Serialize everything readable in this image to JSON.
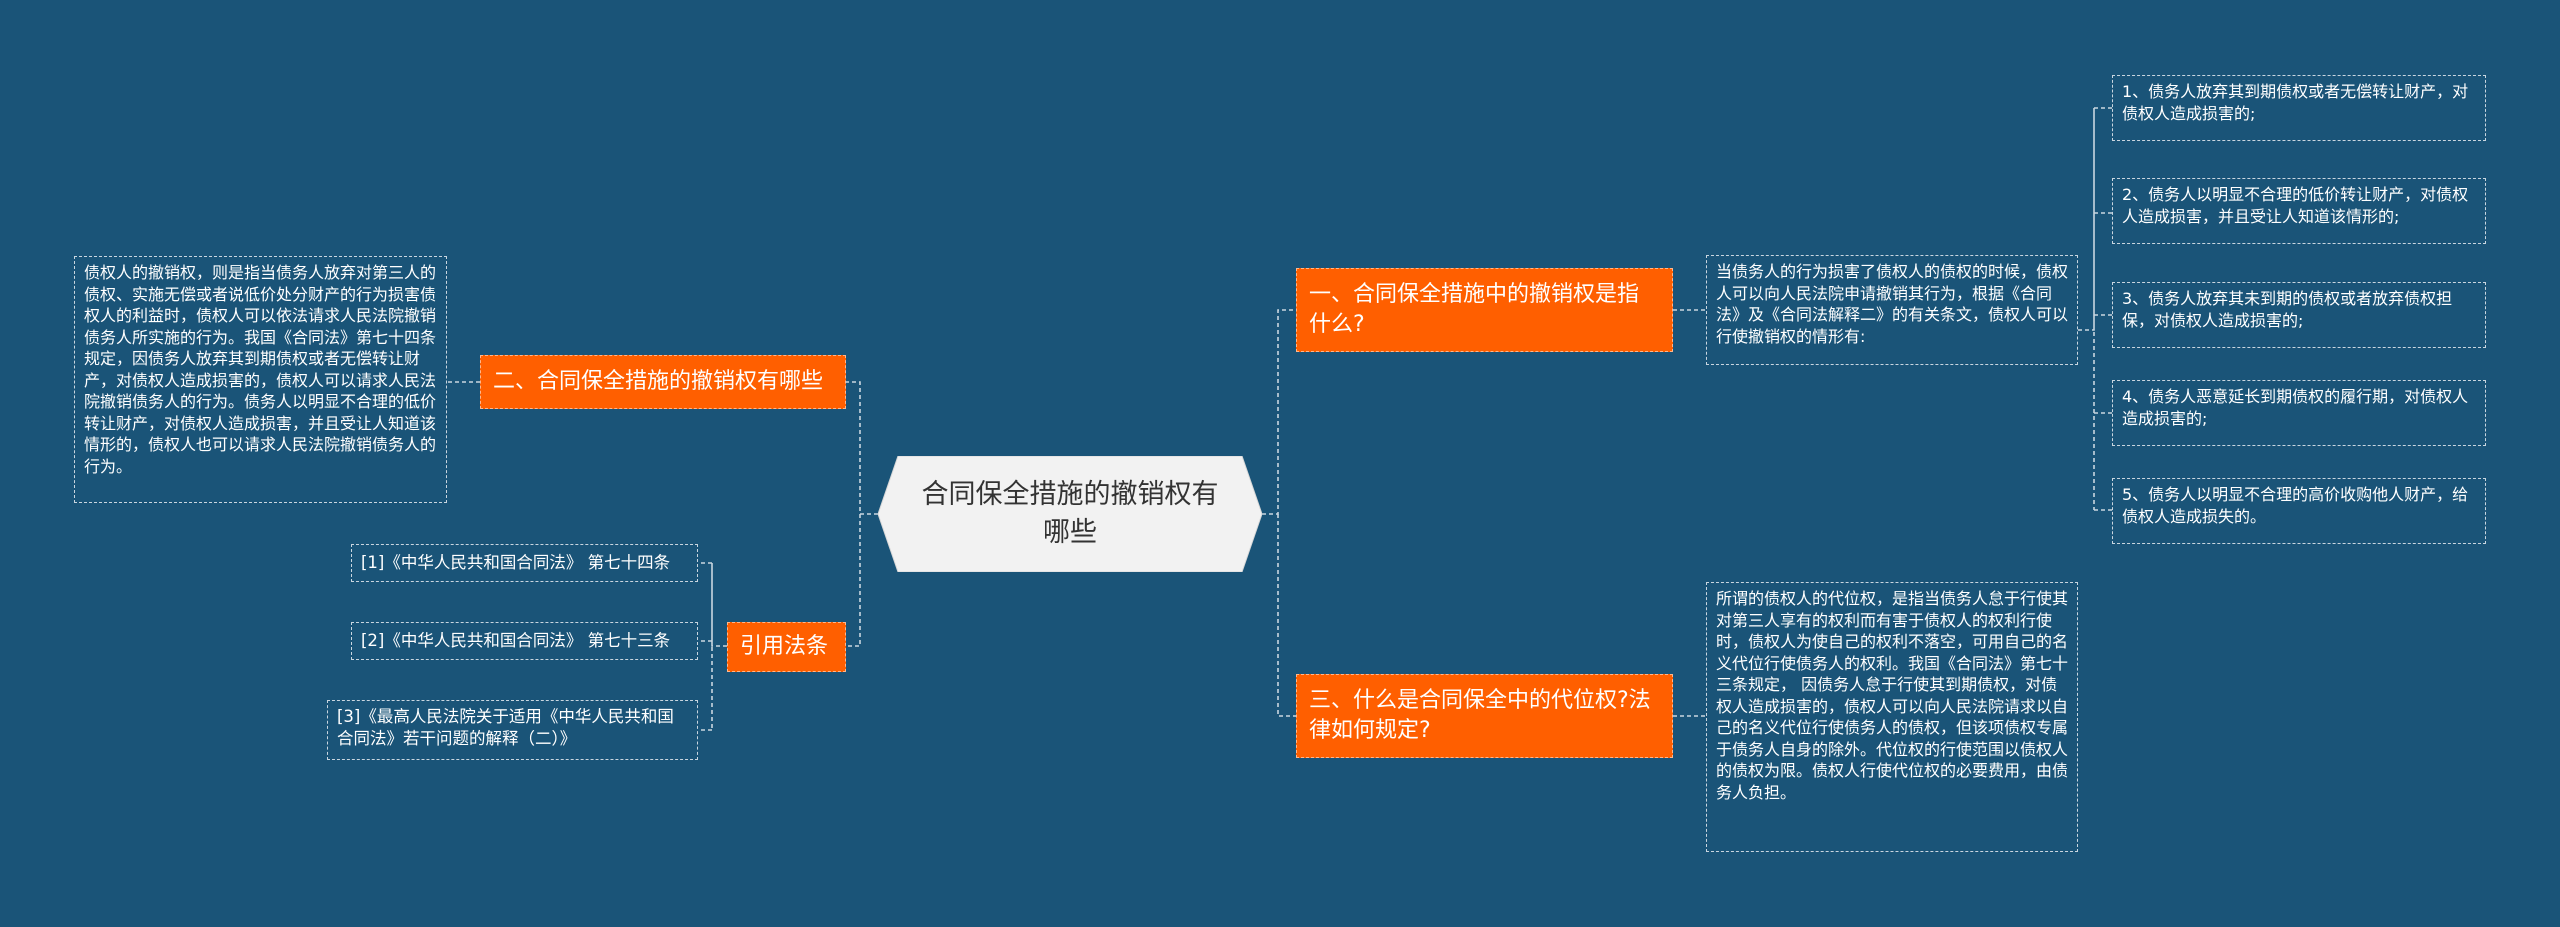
{
  "central": {
    "label": "合同保全措施的撤销权有哪些"
  },
  "branches": {
    "b1": {
      "label": "一、合同保全措施中的撤销权是指什么?",
      "summary": "当债务人的行为损害了债权人的债权的时候，债权人可以向人民法院申请撤销其行为，根据《合同法》及《合同法解释二》的有关条文，债权人可以行使撤销权的情形有:",
      "items": [
        "1、债务人放弃其到期债权或者无偿转让财产，对债权人造成损害的;",
        "2、债务人以明显不合理的低价转让财产，对债权人造成损害，并且受让人知道该情形的;",
        "3、债务人放弃其未到期的债权或者放弃债权担保，对债权人造成损害的;",
        "4、债务人恶意延长到期债权的履行期，对债权人造成损害的;",
        "5、债务人以明显不合理的高价收购他人财产，给债权人造成损失的。"
      ]
    },
    "b2": {
      "label": "二、合同保全措施的撤销权有哪些",
      "detail": "债权人的撤销权，则是指当债务人放弃对第三人的债权、实施无偿或者说低价处分财产的行为损害债权人的利益时，债权人可以依法请求人民法院撤销债务人所实施的行为。我国《合同法》第七十四条规定，因债务人放弃其到期债权或者无偿转让财产，对债权人造成损害的，债权人可以请求人民法院撤销债务人的行为。债务人以明显不合理的低价转让财产，对债权人造成损害，并且受让人知道该情形的，债权人也可以请求人民法院撤销债务人的行为。"
    },
    "b3": {
      "label": "三、什么是合同保全中的代位权?法律如何规定?",
      "detail": "所谓的债权人的代位权，是指当债务人怠于行使其对第三人享有的权利而有害于债权人的权利行使时，债权人为使自己的权利不落空，可用自己的名义代位行使债务人的权利。我国《合同法》第七十三条规定， 因债务人怠于行使其到期债权，对债权人造成损害的，债权人可以向人民法院请求以自己的名义代位行使债务人的债权，但该项债权专属于债务人自身的除外。代位权的行使范围以债权人的债权为限。债权人行使代位权的必要费用，由债务人负担。"
    },
    "refs": {
      "label": "引用法条",
      "items": [
        "[1]《中华人民共和国合同法》 第七十四条",
        "[2]《中华人民共和国合同法》 第七十三条",
        "[3]《最高人民法院关于适用《中华人民共和国合同法》若干问题的解释（二）》"
      ]
    }
  },
  "colors": {
    "background": "#1a5478",
    "topic_fill": "#ff5f00",
    "center_fill": "#f2f2f2",
    "line": "#c9d6e0",
    "text_light": "#ffffff",
    "text_dark": "#333333"
  }
}
